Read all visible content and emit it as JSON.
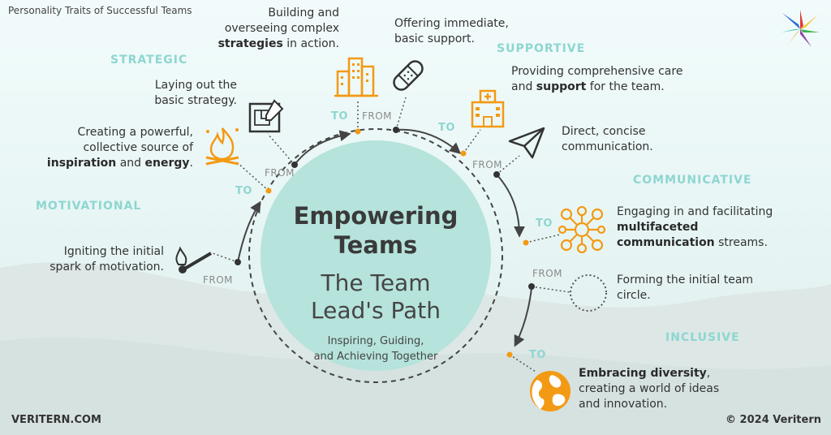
{
  "header": {
    "topic": "Personality Traits of Successful Teams"
  },
  "center": {
    "title": "Empowering Teams",
    "subtitle_line1": "The Team",
    "subtitle_line2": "Lead's Path",
    "tagline_line1": "Inspiring, Guiding,",
    "tagline_line2": "and Achieving Together"
  },
  "categories": {
    "strategic": "STRATEGIC",
    "motivational": "MOTIVATIONAL",
    "supportive": "SUPPORTIVE",
    "communicative": "COMMUNICATIVE",
    "inclusive": "INCLUSIVE"
  },
  "labels": {
    "from": "FROM",
    "to": "TO"
  },
  "steps": {
    "spark": {
      "l1": "Igniting the initial",
      "l2": "spark of motivation."
    },
    "inspire": {
      "l1": "Creating a powerful,",
      "l2": "collective source of",
      "b1": "inspiration",
      "m": " and ",
      "b2": "energy",
      "e": "."
    },
    "plan": {
      "l1": "Laying out the",
      "l2": "basic strategy."
    },
    "build": {
      "l1": "Building and",
      "l2": "overseeing complex",
      "b1": "strategies",
      "e": " in action."
    },
    "aid": {
      "l1": "Offering immediate,",
      "l2": "basic support."
    },
    "care": {
      "l1": "Providing comprehensive care",
      "pre": "and ",
      "b1": "support",
      "e": " for the team."
    },
    "direct": {
      "l1": "Direct, concise",
      "l2": "communication."
    },
    "engage": {
      "l1": "Engaging in and facilitating",
      "b1": "multifaceted",
      "b2": "communication",
      "e": " streams."
    },
    "circle": {
      "l1": "Forming the initial team",
      "l2": "circle."
    },
    "diversity": {
      "b1": "Embracing diversity",
      "e": ",",
      "l2": "creating a world of ideas",
      "l3": "and innovation."
    }
  },
  "footer": {
    "site": "VERITERN.COM",
    "copyright": "© 2024 Veritern"
  },
  "colors": {
    "accent": "#f39a14",
    "teal": "#8ed6d0",
    "circle": "#b6e3dc",
    "dark": "#333333"
  },
  "icons": [
    "match-icon",
    "bonfire-icon",
    "blueprint-icon",
    "buildings-icon",
    "bandage-icon",
    "hospital-icon",
    "paper-plane-icon",
    "network-icon",
    "circle-outline-icon",
    "globe-icon",
    "logo-icon"
  ]
}
